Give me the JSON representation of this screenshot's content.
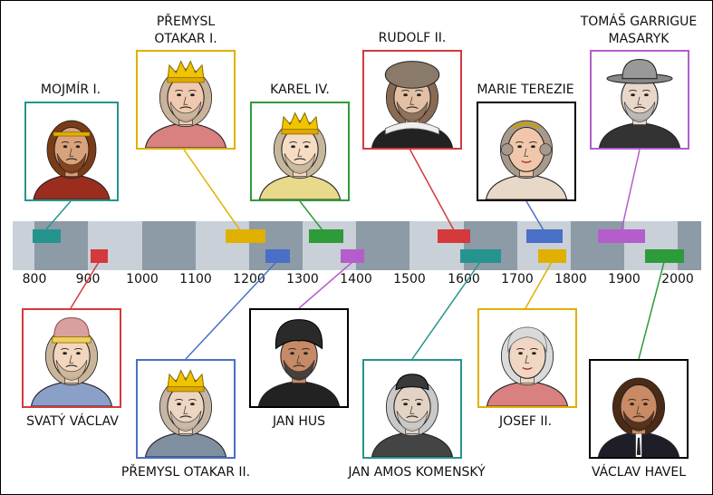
{
  "timeline": {
    "ticks": [
      800,
      900,
      1000,
      1100,
      1200,
      1300,
      1400,
      1500,
      1600,
      1700,
      1800,
      1900,
      2000
    ],
    "band_color": "#c9d0d7",
    "segment_color": "#8c9ba6"
  },
  "people": [
    {
      "id": "mojmir",
      "name": "MOJMÍR I.",
      "color": "#26948e",
      "hat": "band",
      "skin": "#d9a27a",
      "hair": "#7a3b16"
    },
    {
      "id": "premysl1",
      "name": "PŘEMYSL OTAKAR I.",
      "color": "#e0b000",
      "hat": "crown",
      "skin": "#f0c9b0",
      "hair": "#c9b39a"
    },
    {
      "id": "karel4",
      "name": "KAREL IV.",
      "color": "#2e9b3b",
      "hat": "crown",
      "skin": "#f5dcc2",
      "hair": "#c7b79c"
    },
    {
      "id": "rudolf2",
      "name": "RUDOLF II.",
      "color": "#d4393b",
      "hat": "cap",
      "skin": "#e3bfa5",
      "hair": "#8a6a52"
    },
    {
      "id": "marie",
      "name": "MARIE TEREZIE",
      "color": "#000000",
      "hat": "tiara",
      "skin": "#f1c7ab",
      "hair": "#a79a8c"
    },
    {
      "id": "masaryk",
      "name": "TOMÁŠ GARRIGUE MASARYK",
      "color": "#b55dcc",
      "hat": "fedora",
      "skin": "#e9d7c8",
      "hair": "#b5b5b5"
    },
    {
      "id": "vaclav",
      "name": "SVATÝ VÁCLAV",
      "color": "#d4393b",
      "hat": "ducal",
      "skin": "#f2d7be",
      "hair": "#cbb59a"
    },
    {
      "id": "premysl2",
      "name": "PŘEMYSL OTAKAR II.",
      "color": "#4a6fc7",
      "hat": "crown",
      "skin": "#eed5c2",
      "hair": "#c6b6a4"
    },
    {
      "id": "hus",
      "name": "JAN HUS",
      "color": "#000000",
      "hat": "beret",
      "skin": "#c68a66",
      "hair": "#3a3a3a"
    },
    {
      "id": "komensky",
      "name": "JAN AMOS KOMENSKÝ",
      "color": "#26948e",
      "hat": "skullcap",
      "skin": "#e3d3c4",
      "hair": "#c9c9c9"
    },
    {
      "id": "josef2",
      "name": "JOSEF II.",
      "color": "#e0b000",
      "hat": "wig",
      "skin": "#f1d6c3",
      "hair": "#dadada"
    },
    {
      "id": "havel",
      "name": "VÁCLAV HAVEL",
      "color": "#000000",
      "hat": "none",
      "skin": "#c98a64",
      "hair": "#4b2a16"
    }
  ],
  "bar_colors": {
    "mojmir": "#26948e",
    "premysl1": "#e0b000",
    "karel4": "#2e9b3b",
    "rudolf2": "#d4393b",
    "marie": "#4a6fc7",
    "masaryk": "#b55dcc",
    "vaclav": "#d4393b",
    "premysl2": "#4a6fc7",
    "hus": "#b55dcc",
    "komensky": "#26948e",
    "josef2": "#e0b000",
    "havel": "#2e9b3b"
  },
  "connector_colors": {
    "mojmir": "#26948e",
    "premysl1": "#e0b000",
    "karel4": "#2e9b3b",
    "rudolf2": "#d4393b",
    "marie": "#4a6fc7",
    "masaryk": "#b55dcc",
    "vaclav": "#d4393b",
    "premysl2": "#4a6fc7",
    "hus": "#b55dcc",
    "komensky": "#26948e",
    "josef2": "#e0b000",
    "havel": "#2e9b3b"
  }
}
